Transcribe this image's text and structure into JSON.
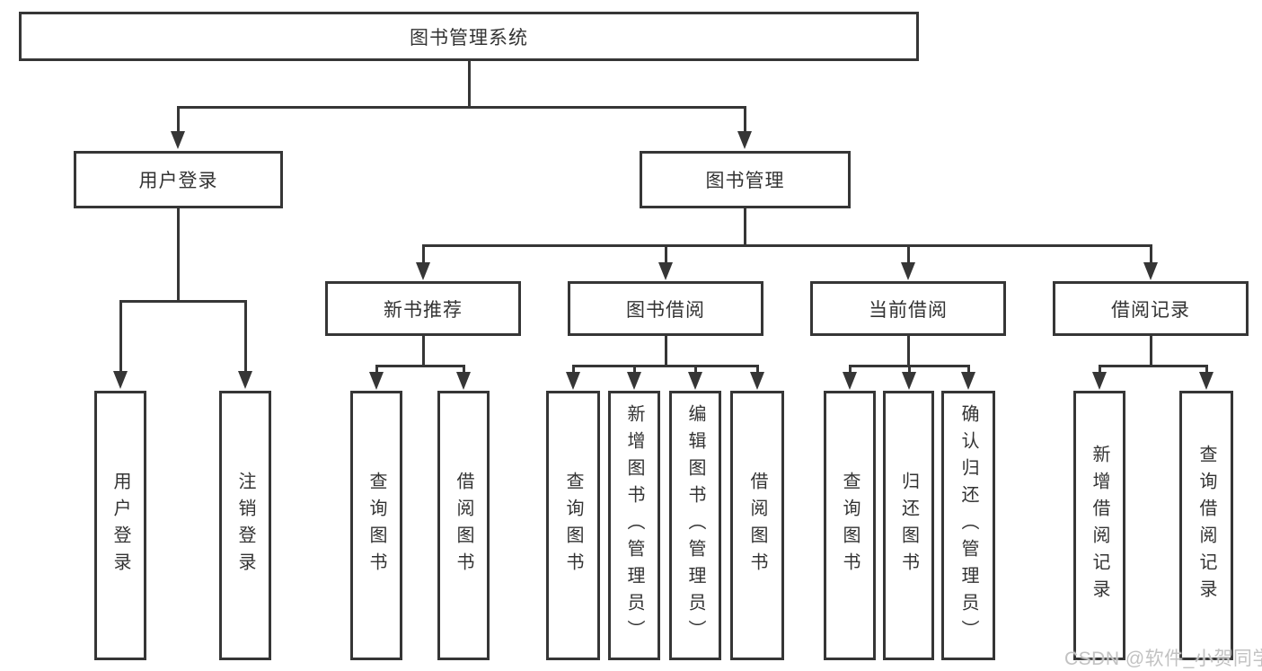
{
  "diagram": {
    "title": "图书管理系统",
    "nodes": {
      "user_login": "用户登录",
      "book_management": "图书管理",
      "new_book_recommend": "新书推荐",
      "book_borrowing": "图书借阅",
      "current_borrowing": "当前借阅",
      "borrowing_records": "借阅记录",
      "leaf_user_login": "用户登录",
      "leaf_logout": "注销登录",
      "leaf_nbr_query_books": "查询图书",
      "leaf_nbr_borrow_books": "借阅图书",
      "leaf_bb_query_books": "查询图书",
      "leaf_bb_add_books": "新增图书（管理员）",
      "leaf_bb_edit_books": "编辑图书（管理员）",
      "leaf_bb_borrow_books": "借阅图书",
      "leaf_cb_query_books": "查询图书",
      "leaf_cb_return_books": "归还图书",
      "leaf_cb_confirm_return": "确认归还（管理员）",
      "leaf_br_add_record": "新增借阅记录",
      "leaf_br_query_record": "查询借阅记录"
    }
  },
  "watermark": {
    "text": "CSDN @软件_小贺同学"
  },
  "colors": {
    "line": "#363636",
    "box_border": "#363636",
    "box_background": "#ffffff",
    "text": "#333333",
    "watermark": "#c2c2c2"
  }
}
